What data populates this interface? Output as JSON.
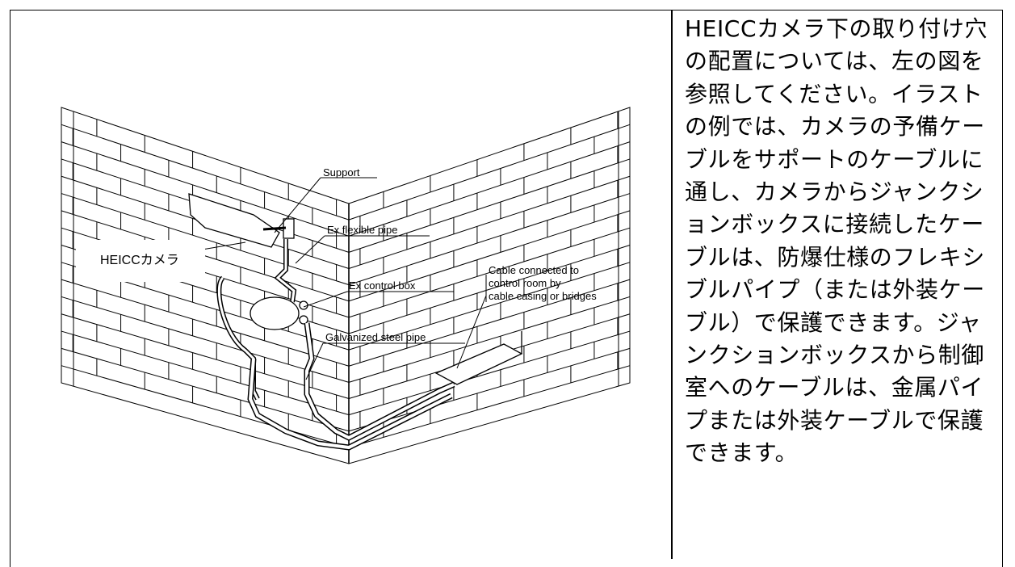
{
  "figure": {
    "callouts": {
      "support": "Support",
      "flexible_pipe": "Ex flexible pipe",
      "control_box": "Ex control box",
      "steel_pipe": "Galvanized steel pipe",
      "cable_line1": "Cable connected to",
      "cable_line2": "control room by",
      "cable_line3": "cable casing or bridges"
    },
    "camera_label": "HEICCカメラ"
  },
  "description": "HEICCカメラ下の取り付け穴の配置については、左の図を参照してください。イラストの例では、カメラの予備ケーブルをサポートのケーブルに通し、カメラからジャンクションボックスに接続したケーブルは、防爆仕様のフレキシブルパイプ（または外装ケーブル）で保護できます。ジャンクションボックスから制御室へのケーブルは、金属パイプまたは外装ケーブルで保護できます。"
}
